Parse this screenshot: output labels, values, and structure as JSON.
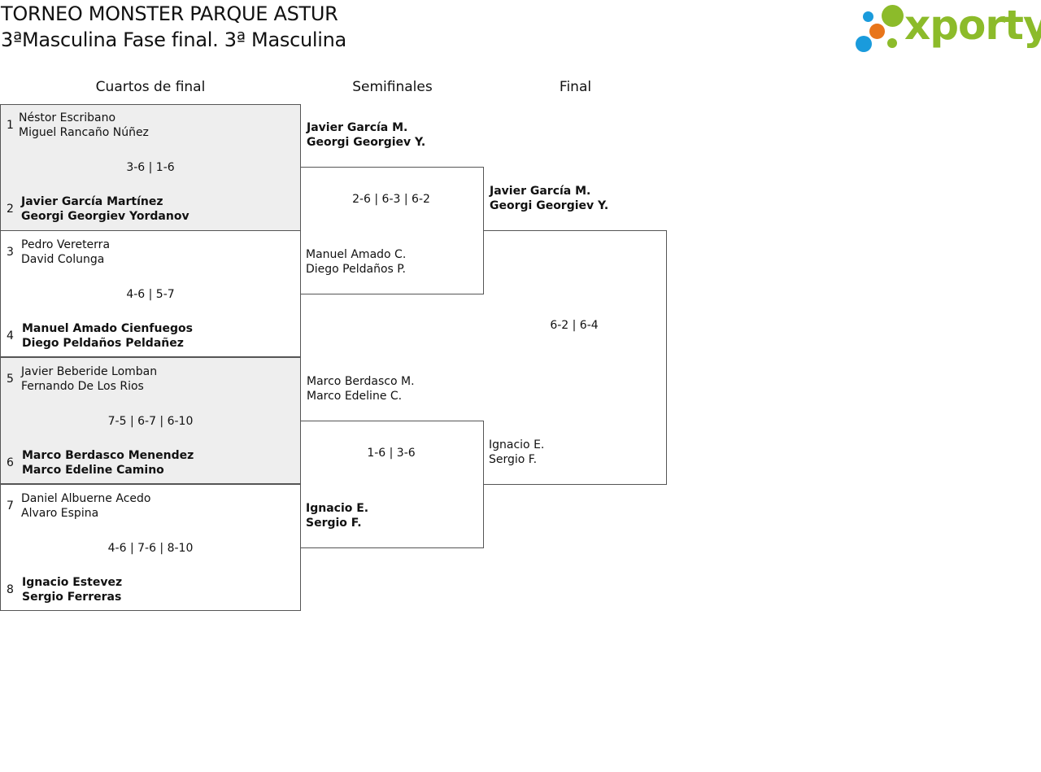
{
  "header": {
    "title_line1": "TORNEO MONSTER PARQUE ASTUR",
    "title_line2": "3ªMasculina Fase final. 3ª Masculina",
    "logo_text": "xporty",
    "logo_colors": [
      "#8cbb2a",
      "#e8751a",
      "#1a9bdc"
    ]
  },
  "rounds": {
    "quarterfinals": "Cuartos de final",
    "semifinals": "Semifinales",
    "final": "Final"
  },
  "quarterfinals": [
    {
      "team_a": {
        "seed": "1",
        "p1": "Néstor Escribano",
        "p2": "Miguel Rancaño Núñez"
      },
      "score": "3-6 | 1-6",
      "team_b": {
        "seed": "2",
        "p1": "Javier García Martínez",
        "p2": "Georgi Georgiev Yordanov"
      }
    },
    {
      "team_a": {
        "seed": "3",
        "p1": "Pedro Vereterra",
        "p2": "David Colunga"
      },
      "score": "4-6 | 5-7",
      "team_b": {
        "seed": "4",
        "p1": "Manuel Amado Cienfuegos",
        "p2": "Diego Peldaños Peldañez"
      }
    },
    {
      "team_a": {
        "seed": "5",
        "p1": "Javier Beberide Lomban",
        "p2": "Fernando De Los Rios"
      },
      "score": "7-5 | 6-7 | 6-10",
      "team_b": {
        "seed": "6",
        "p1": "Marco Berdasco Menendez",
        "p2": "Marco Edeline Camino"
      }
    },
    {
      "team_a": {
        "seed": "7",
        "p1": "Daniel Albuerne Acedo",
        "p2": "Alvaro Espina"
      },
      "score": "4-6 | 7-6 | 8-10",
      "team_b": {
        "seed": "8",
        "p1": "Ignacio Estevez",
        "p2": "Sergio Ferreras"
      }
    }
  ],
  "semifinals": [
    {
      "team_a": {
        "p1": "Javier García M.",
        "p2": "Georgi Georgiev Y."
      },
      "score": "2-6 | 6-3 | 6-2",
      "team_b": {
        "p1": "Manuel Amado C.",
        "p2": "Diego Peldaños P."
      }
    },
    {
      "team_a": {
        "p1": "Marco Berdasco M.",
        "p2": "Marco Edeline C."
      },
      "score": "1-6 | 3-6",
      "team_b": {
        "p1": "Ignacio E.",
        "p2": "Sergio F."
      }
    }
  ],
  "final": {
    "team_a": {
      "p1": "Javier García M.",
      "p2": "Georgi Georgiev Y."
    },
    "score": "6-2 | 6-4",
    "team_b": {
      "p1": "Ignacio E.",
      "p2": "Sergio F."
    }
  }
}
